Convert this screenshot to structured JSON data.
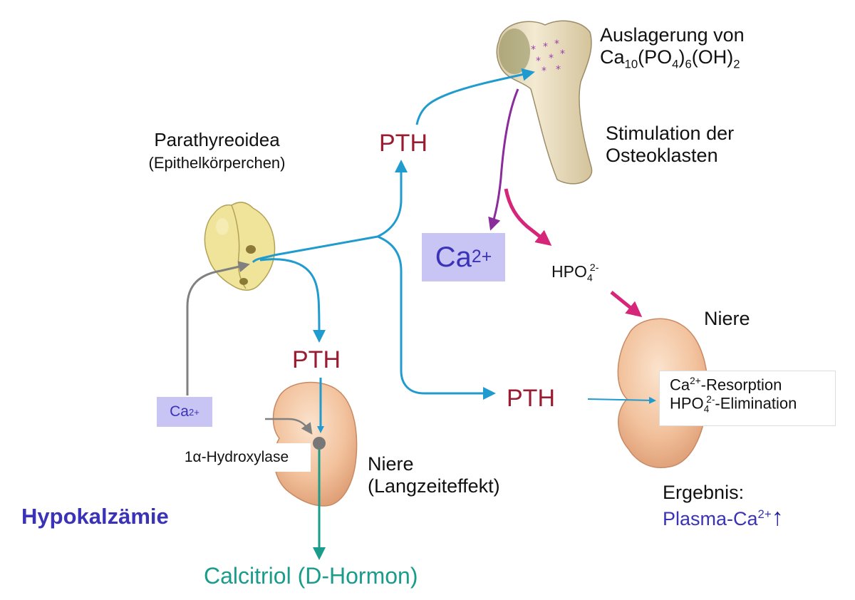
{
  "bone_label": {
    "line1": "Auslagerung von",
    "formula": {
      "ca": "Ca",
      "ca_sub": "10",
      "po": "(PO",
      "po_sub": "4",
      "po_close": ")",
      "po_sub2": "6",
      "oh": "(OH)",
      "oh_sub": "2"
    }
  },
  "osteoclast_label": {
    "line1": "Stimulation der",
    "line2": "Osteoklasten"
  },
  "parathyroid_label": {
    "title": "Parathyreoidea",
    "subtitle": "(Epithelkörperchen)"
  },
  "pth_label": "PTH",
  "calcium_box": {
    "text": "Ca",
    "sup": "2+"
  },
  "phosphate": {
    "text": "HPO",
    "sub": "4",
    "sup": "2-"
  },
  "kidney_right": {
    "label": "Niere",
    "box_line1": {
      "text": "Ca",
      "sup": "2+",
      "rest": "-Resorption"
    },
    "box_line2": {
      "text": "HPO",
      "sub": "4",
      "sup": "2-",
      "rest": "-Elimination"
    }
  },
  "kidney_left": {
    "line1": "Niere",
    "line2": "(Langzeiteffekt)"
  },
  "small_calcium": {
    "text": "Ca",
    "sup": "2+"
  },
  "hydroxylase": "1α-Hydroxylase",
  "hypocalcemia": "Hypokalzämie",
  "calcitriol": "Calcitriol (D-Hormon)",
  "result": {
    "label": "Ergebnis:",
    "value": "Plasma-Ca",
    "sup": "2+",
    "arrow": "↑"
  },
  "colors": {
    "pth_red": "#9b1c31",
    "blue_arrow": "#1f9bcf",
    "magenta_arrow": "#d6267a",
    "purple_arrow": "#8a2c9c",
    "teal": "#1a9c8a",
    "gray_arrow": "#808080",
    "calcium_blue": "#3a33b8",
    "calcium_box_bg": "#c8c4f4"
  }
}
